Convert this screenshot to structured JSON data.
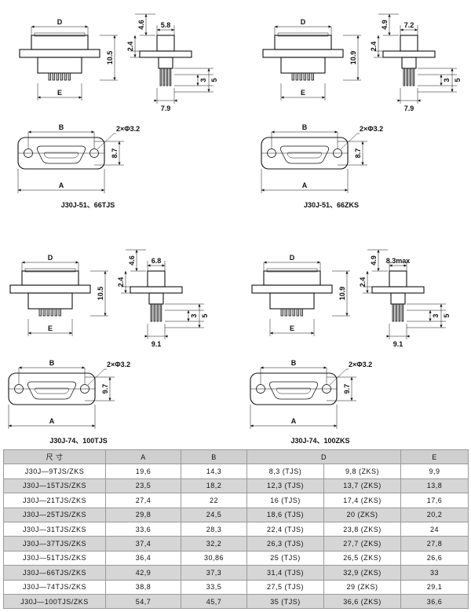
{
  "drawings": [
    {
      "caption": "J30J-51、66TJS",
      "front": {
        "D": "D",
        "E": "E",
        "h": "10.5"
      },
      "side": {
        "t1": "4.6",
        "t2": "2.4",
        "w": "5.8",
        "p1": "3",
        "p2": "5",
        "b": "7.9"
      },
      "bottom": {
        "B": "B",
        "A": "A",
        "h": "8.7",
        "hole": "2×Φ3.2"
      }
    },
    {
      "caption": "J30J-51、66ZKS",
      "front": {
        "D": "D",
        "E": "E",
        "h": "10.9"
      },
      "side": {
        "t1": "4.9",
        "t2": "2.4",
        "w": "7.2",
        "p1": "3",
        "p2": "5",
        "b": "7.9"
      },
      "bottom": {
        "B": "B",
        "A": "A",
        "h": "8.7",
        "hole": "2×Φ3.2"
      }
    },
    {
      "caption": "J30J-74、100TJS",
      "front": {
        "D": "D",
        "E": "E",
        "h": "10.5"
      },
      "side": {
        "t1": "4.6",
        "t2": "2.4",
        "w": "6.8",
        "p1": "3",
        "p2": "5",
        "b": "9.1"
      },
      "bottom": {
        "B": "B",
        "A": "A",
        "h": "9.7",
        "hole": "2×Φ3.2"
      }
    },
    {
      "caption": "J30J-74、100ZKS",
      "front": {
        "D": "D",
        "E": "E",
        "h": "10.9"
      },
      "side": {
        "t1": "4.9",
        "t2": "2.4",
        "w": "8.3max",
        "p1": "3",
        "p2": "5",
        "b": "9.1"
      },
      "bottom": {
        "B": "B",
        "A": "A",
        "h": "9.7",
        "hole": "2×Φ3.2"
      }
    }
  ],
  "table": {
    "headers": [
      "尺 寸",
      "A",
      "B",
      "D",
      "E"
    ],
    "rows": [
      [
        "J30J—9TJS/ZKS",
        "19,6",
        "14,3",
        "8,3 (TJS)",
        "9,8 (ZKS)",
        "9,9"
      ],
      [
        "J30J—15TJS/ZKS",
        "23,5",
        "18,2",
        "12,3 (TJS)",
        "13,7 (ZKS)",
        "13,8"
      ],
      [
        "J30J—21TJS/ZKS",
        "27,4",
        "22",
        "16 (TJS)",
        "17,4 (ZKS)",
        "17,6"
      ],
      [
        "J30J—25TJS/ZKS",
        "29,8",
        "24,5",
        "18,6 (TJS)",
        "20 (ZKS)",
        "20,2"
      ],
      [
        "J30J—31TJS/ZKS",
        "33,6",
        "28,3",
        "22,4 (TJS)",
        "23,8 (ZKS)",
        "24"
      ],
      [
        "J30J—37TJS/ZKS",
        "37,4",
        "32,2",
        "26,3 (TJS)",
        "27,7 (ZKS)",
        "27,8"
      ],
      [
        "J30J—51TJS/ZKS",
        "36,4",
        "30,86",
        "25 (TJS)",
        "26,5 (ZKS)",
        "26,6"
      ],
      [
        "J30J—66TJS/ZKS",
        "42,9",
        "37,3",
        "31,4 (TJS)",
        "32,9 (ZKS)",
        "33"
      ],
      [
        "J30J—74TJS/ZKS",
        "38,8",
        "33,5",
        "27,5 (TJS)",
        "29 (ZKS)",
        "29,1"
      ],
      [
        "J30J—100TJS/ZKS",
        "54,7",
        "45,7",
        "35 (TJS)",
        "36,6 (ZKS)",
        "36,6"
      ]
    ]
  }
}
